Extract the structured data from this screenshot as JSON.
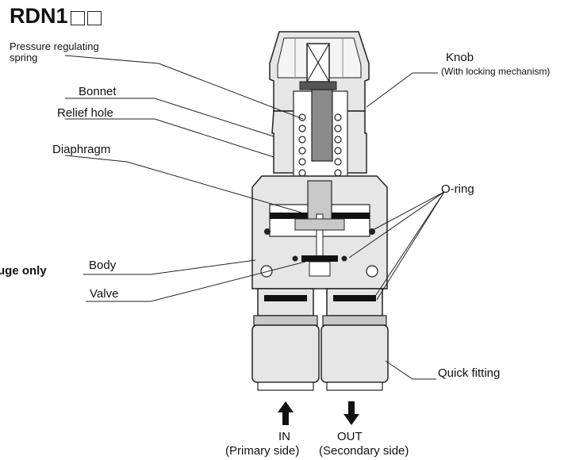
{
  "title": "RDN1",
  "labels": {
    "pressure_regulating_spring": "Pressure regulating\nspring",
    "bonnet": "Bonnet",
    "relief_hole": "Relief hole",
    "diaphragm": "Diaphragm",
    "body": "Body",
    "valve": "Valve",
    "knob": "Knob",
    "knob_note": "(With locking mechanism)",
    "o_ring": "O-ring",
    "quick_fitting": "Quick fitting",
    "partial_text": "uge only"
  },
  "ports": {
    "in_label": "IN",
    "in_note": "(Primary side)",
    "out_label": "OUT",
    "out_note": "(Secondary side)"
  },
  "colors": {
    "line": "#222222",
    "fill_light": "#e6e6e6",
    "fill_mid": "#c8c8c8",
    "fill_dark": "#8a8a8a",
    "black": "#111111"
  }
}
